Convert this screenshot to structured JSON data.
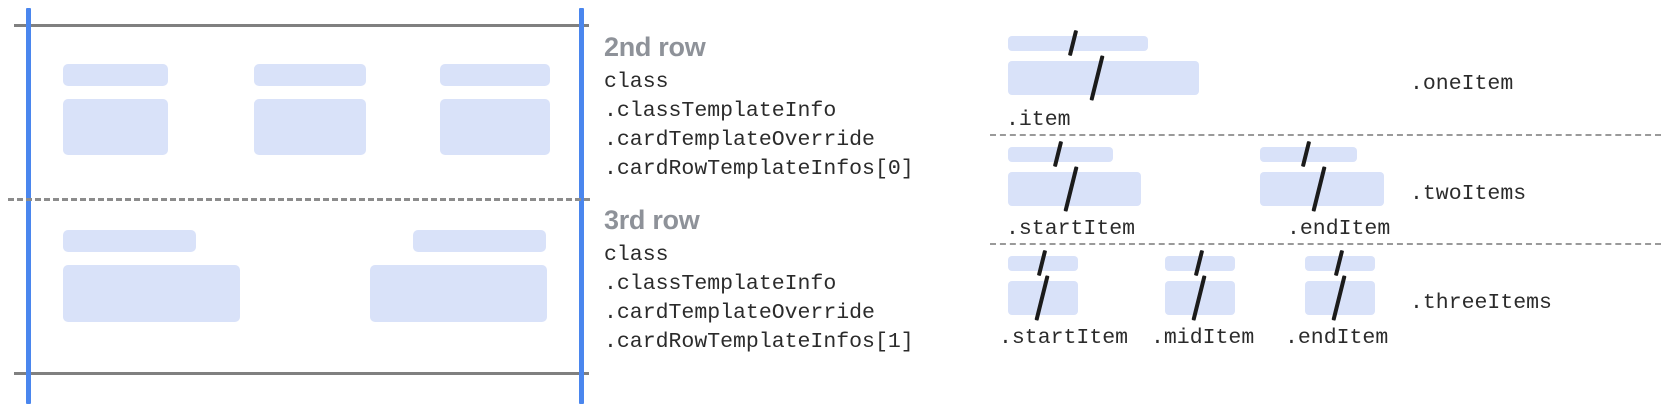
{
  "diagram": {
    "left_panel": {
      "name": "card-row-layout-preview",
      "rows": [
        {
          "name": "second-row-preview",
          "cells": [
            {
              "title_bar": true,
              "body_bar": true
            },
            {
              "title_bar": true,
              "body_bar": true
            },
            {
              "title_bar": true,
              "body_bar": true
            }
          ]
        },
        {
          "name": "third-row-preview",
          "cells": [
            {
              "title_bar": true,
              "body_bar": true
            },
            {
              "title_bar": true,
              "body_bar": true
            }
          ]
        }
      ]
    },
    "annotations": [
      {
        "title": "2nd row",
        "lines": [
          "class",
          ".classTemplateInfo",
          ".cardTemplateOverride",
          ".cardRowTemplateInfos[0]"
        ]
      },
      {
        "title": "3rd row",
        "lines": [
          "class",
          ".classTemplateInfo",
          ".cardTemplateOverride",
          ".cardRowTemplateInfos[1]"
        ]
      }
    ],
    "right_panel": {
      "groups": [
        {
          "group_label": ".oneItem",
          "items": [
            {
              "label": ".item"
            }
          ]
        },
        {
          "group_label": ".twoItems",
          "items": [
            {
              "label": ".startItem"
            },
            {
              "label": ".endItem"
            }
          ]
        },
        {
          "group_label": ".threeItems",
          "items": [
            {
              "label": ".startItem"
            },
            {
              "label": ".midItem"
            },
            {
              "label": ".endItem"
            }
          ]
        }
      ]
    }
  },
  "colors": {
    "placeholder_fill": "#d9e2f9",
    "blue_rule": "#4a86ee",
    "gray_rule": "#808080",
    "dashed_rule": "#8c8c8c",
    "title_text": "#8e9299",
    "mono_text": "#2b2b2b",
    "slash": "#1b1b1b"
  }
}
